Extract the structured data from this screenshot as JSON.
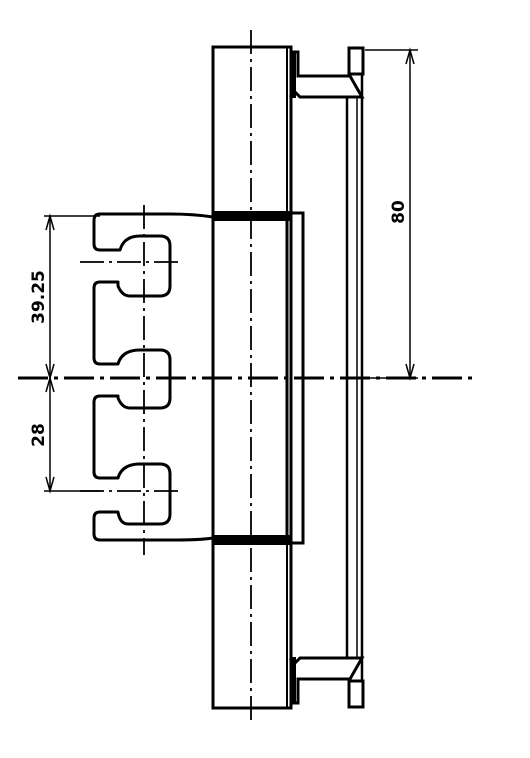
{
  "drawing": {
    "dimensions": {
      "overall_height": "80",
      "pitch_upper": "39.25",
      "pitch_lower": "28"
    },
    "colors": {
      "line": "#000000",
      "background": "#ffffff"
    }
  }
}
